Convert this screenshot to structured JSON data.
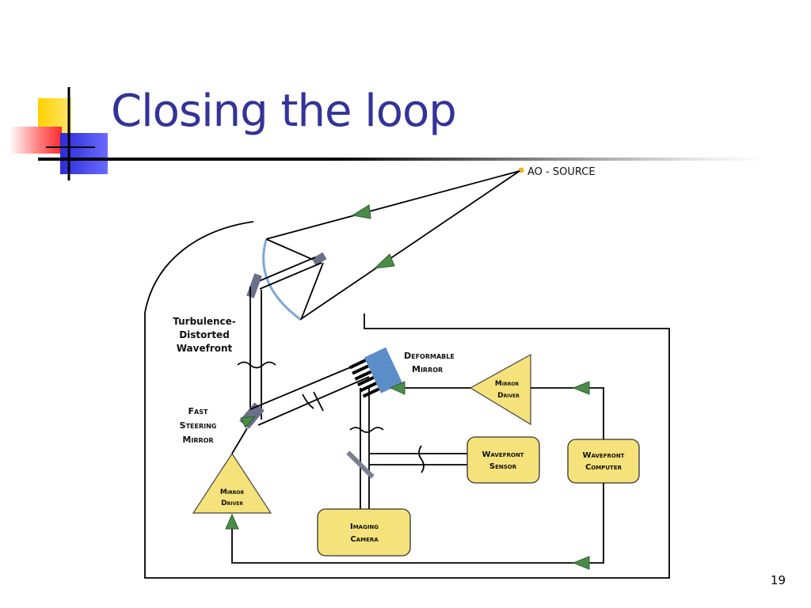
{
  "slide": {
    "title": "Closing the loop",
    "page_number": "19"
  },
  "diagram": {
    "source_label": "AO - SOURCE",
    "wavefront_label": [
      "Turbulence-",
      "Distorted",
      "Wavefront"
    ],
    "fsm_label": [
      "Fast",
      "Steering",
      "Mirror"
    ],
    "dm_label": [
      "Deformable",
      "Mirror"
    ],
    "mirror_driver_top": [
      "Mirror",
      "Driver"
    ],
    "mirror_driver_bottom": [
      "Mirror",
      "Driver"
    ],
    "wavefront_sensor": [
      "Wavefront",
      "Sensor"
    ],
    "wavefront_computer": [
      "Wavefront",
      "Computer"
    ],
    "imaging_camera": [
      "Imaging",
      "Camera"
    ]
  },
  "colors": {
    "title": "#333399",
    "box_fill": "#f5e27a",
    "arrow": "#4a8d4a",
    "mirror": "#6a6f8a",
    "deformable_mirror": "#5b8ec9",
    "primary_mirror": "#7fa8d8",
    "source_star": "#f2b02e",
    "logo_yellow": "#ffd200",
    "logo_red": "#ff3b3b",
    "logo_blue": "#2c2cd6"
  }
}
